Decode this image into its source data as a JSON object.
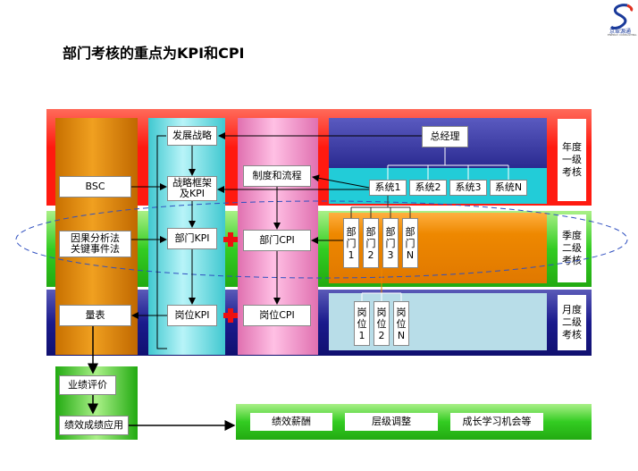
{
  "title": "部门考核的重点为KPI和CPI",
  "logo": {
    "text": "京翠源通",
    "subtext": "ENERGY CONSULTING"
  },
  "columns": {
    "bsc": "BSC",
    "analysis": "因果分析法\n关键事件法",
    "scorecard": "量表",
    "strategy": "发展战略",
    "framework": "战略框架\n及KPI",
    "dept_kpi": "部门KPI",
    "post_kpi": "岗位KPI",
    "process": "制度和流程",
    "dept_cpi": "部门CPI",
    "post_cpi": "岗位CPI"
  },
  "org": {
    "gm": "总经理",
    "systems": [
      "系统1",
      "系统2",
      "系统3",
      "系统N"
    ],
    "depts": [
      "部\n门\n1",
      "部\n门\n2",
      "部\n门\n3",
      "部\n门\nN"
    ],
    "posts": [
      "岗\n位\n1",
      "岗\n位\n2",
      "岗\n位\nN"
    ]
  },
  "levels": {
    "annual": "年度\n一级\n考核",
    "quarterly": "季度\n二级\n考核",
    "monthly": "月度\n二级\n考核"
  },
  "bottom": {
    "evaluation": "业绩评价",
    "application": "绩效成绩应用",
    "outcomes": [
      "绩效薪酬",
      "层级调整",
      "成长学习机会等"
    ]
  },
  "colors": {
    "red_band": "#ff2020",
    "green_band": "#33cc22",
    "blue_band": "#1a1a8c",
    "orange_col": "#e08400",
    "cyan_col": "#66e0e8",
    "pink_col": "#f49ad0",
    "navy_panel": "#222288",
    "teal_strip": "#22ccd8",
    "orange_panel": "#ee8800",
    "lightblue_panel": "#b8dde8"
  }
}
